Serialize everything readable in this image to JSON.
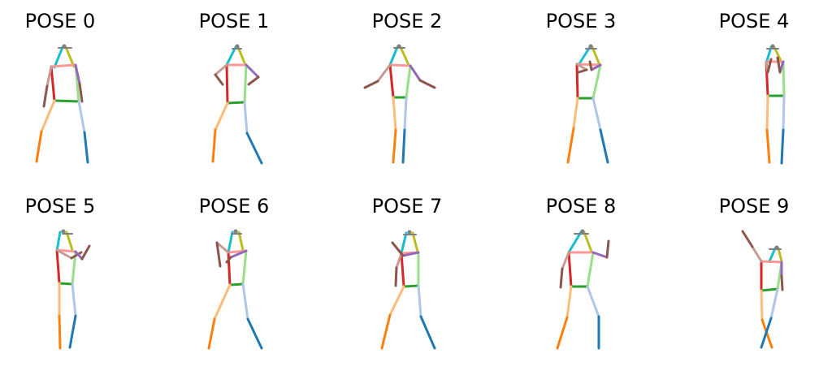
{
  "bone_colors": {
    "head_left": "#17becf",
    "head_right": "#bcbd22",
    "shoulder": "#ff9896",
    "hip": "#2ca02c",
    "torso_right": "#d62728",
    "torso_left": "#98df8a",
    "upper_arm_right": "#c49c94",
    "lower_arm_right": "#8c564b",
    "upper_arm_left": "#9467bd",
    "lower_arm_left": "#8c564b",
    "upper_leg_right": "#ffbb78",
    "lower_leg_right": "#ff7f0e",
    "upper_leg_left": "#aec7e8",
    "lower_leg_left": "#1f77b4",
    "face": "#7f7f7f"
  },
  "poses": [
    {
      "title": "POSE 0"
    },
    {
      "title": "POSE 1"
    },
    {
      "title": "POSE 2"
    },
    {
      "title": "POSE 3"
    },
    {
      "title": "POSE 4"
    },
    {
      "title": "POSE 5"
    },
    {
      "title": "POSE 6"
    },
    {
      "title": "POSE 7"
    },
    {
      "title": "POSE 8"
    },
    {
      "title": "POSE 9"
    }
  ]
}
